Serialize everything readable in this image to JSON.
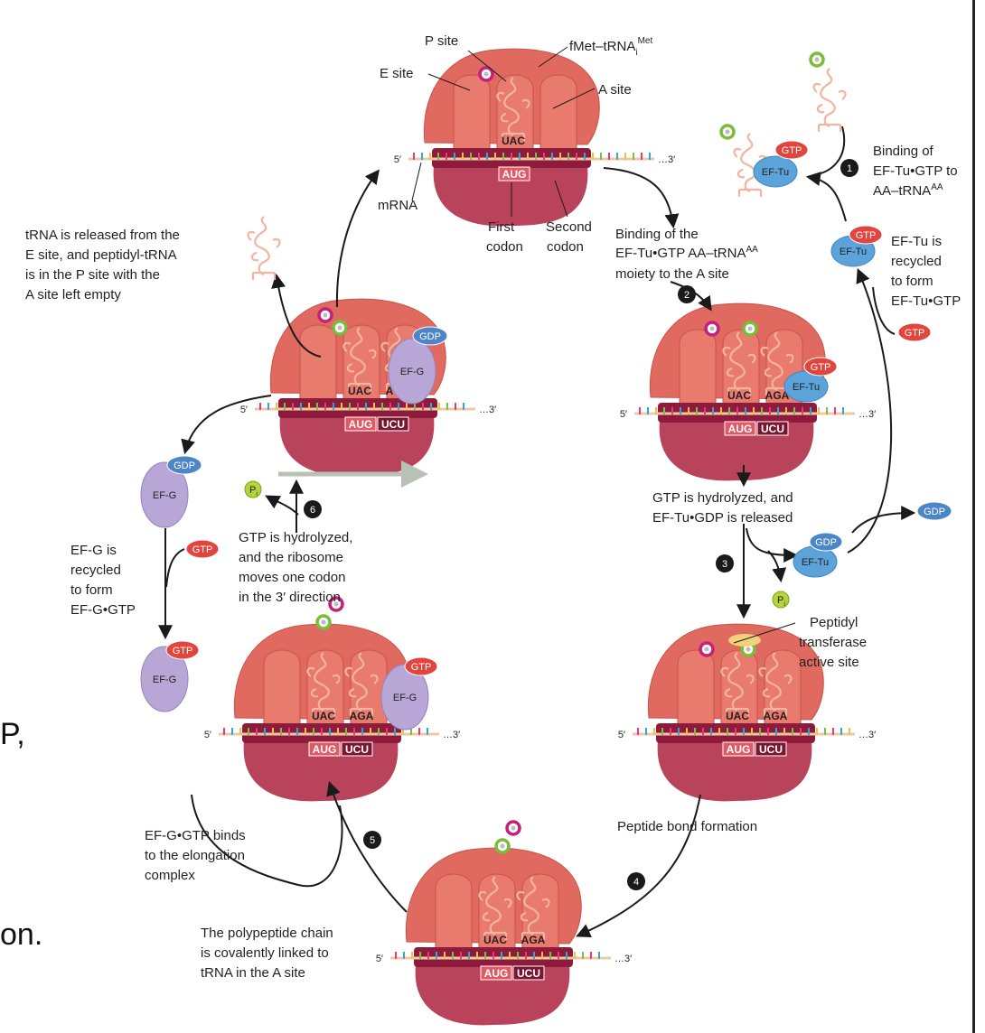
{
  "labels": {
    "p_site": "P site",
    "e_site": "E site",
    "a_site": "A site",
    "fmet_trna": "fMet–tRNA",
    "fmet_sub": "i",
    "fmet_sup": "Met",
    "five_prime": "5′",
    "three_prime": "…3′",
    "mrna": "mRNA",
    "first_codon_1": "First",
    "first_codon_2": "codon",
    "second_codon_1": "Second",
    "second_codon_2": "codon",
    "codon_aug": "AUG",
    "codon_ucu": "UCU",
    "anti_uac": "UAC",
    "anti_aga": "AGA",
    "gtp": "GTP",
    "gdp": "GDP",
    "ef_tu": "EF-Tu",
    "ef_g": "EF-G",
    "pi": "P",
    "pi_sub": "i"
  },
  "steps": {
    "s1": "1",
    "s2": "2",
    "s3": "3",
    "s4": "4",
    "s5": "5",
    "s6": "6"
  },
  "captions": {
    "binding_of_1": "Binding of",
    "binding_of_2": "EF-Tu•GTP to",
    "binding_of_3": "AA–tRNA",
    "binding_of_3_sup": "AA",
    "recycle_tu_1": "EF-Tu is",
    "recycle_tu_2": "recycled",
    "recycle_tu_3": "to form",
    "recycle_tu_4": "EF-Tu•GTP",
    "binding_a_1": "Binding of the",
    "binding_a_2": "EF-Tu•GTP AA–tRNA",
    "binding_a_2_sup": "AA",
    "binding_a_3": "moiety to the A site",
    "hydro_tu_1": "GTP is hydrolyzed, and",
    "hydro_tu_2": "EF-Tu•GDP is released",
    "peptidyl_1": "Peptidyl",
    "peptidyl_2": "transferase",
    "peptidyl_3": "active site",
    "peptide_bond": "Peptide bond formation",
    "polypeptide_1": "The polypeptide chain",
    "polypeptide_2": "is covalently linked to",
    "polypeptide_3": "tRNA in the A site",
    "efg_binds_1": "EF-G•GTP binds",
    "efg_binds_2": "to the elongation",
    "efg_binds_3": "complex",
    "recycle_g_1": "EF-G is",
    "recycle_g_2": "recycled",
    "recycle_g_3": "to form",
    "recycle_g_4": "EF-G•GTP",
    "hydro_g_1": "GTP is hydrolyzed,",
    "hydro_g_2": "and the ribosome",
    "hydro_g_3": "moves one codon",
    "hydro_g_4": "in the 3′ direction",
    "released_1": "tRNA is released from the",
    "released_2": "E site, and peptidyl-tRNA",
    "released_3": "is in the P site with the",
    "released_4": "A site left empty"
  },
  "side_text": {
    "fragment_p": "P,",
    "fragment_on": "on."
  },
  "colors": {
    "ribosome_large": "#e06a5f",
    "ribosome_small": "#b8435a",
    "mrna_band": "#8e1b3c",
    "ef_tu": "#5ba3d9",
    "ef_g": "#b7a6d6",
    "gtp": "#e2453d",
    "gdp": "#4d86c6",
    "step_circle": "#1a1a1a"
  }
}
